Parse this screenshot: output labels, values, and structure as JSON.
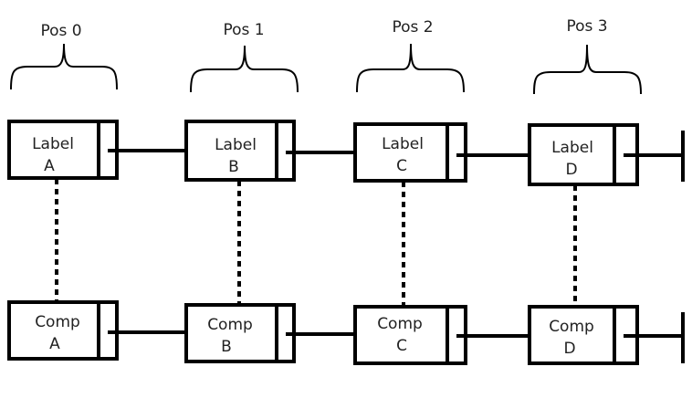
{
  "positions": [
    {
      "label": "Pos 0"
    },
    {
      "label": "Pos 1"
    },
    {
      "label": "Pos 2"
    },
    {
      "label": "Pos 3"
    }
  ],
  "label_row": [
    {
      "line1": "Label",
      "line2": "A"
    },
    {
      "line1": "Label",
      "line2": "B"
    },
    {
      "line1": "Label",
      "line2": "C"
    },
    {
      "line1": "Label",
      "line2": "D"
    }
  ],
  "comp_row": [
    {
      "line1": "Comp",
      "line2": "A"
    },
    {
      "line1": "Comp",
      "line2": "B"
    },
    {
      "line1": "Comp",
      "line2": "C"
    },
    {
      "line1": "Comp",
      "line2": "D"
    }
  ],
  "colors": {
    "stroke": "#000000",
    "text": "#222222",
    "background": "#ffffff"
  }
}
